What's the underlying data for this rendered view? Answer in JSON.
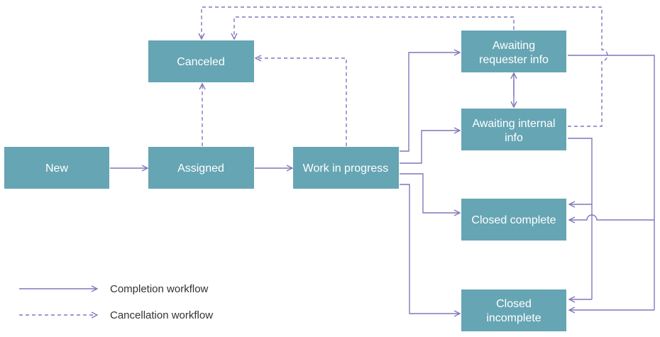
{
  "nodes": {
    "new": {
      "label": "New"
    },
    "assigned": {
      "label": "Assigned"
    },
    "canceled": {
      "label": "Canceled"
    },
    "wip": {
      "label": "Work in progress"
    },
    "awaiting_requester": {
      "label_line1": "Awaiting",
      "label_line2": "requester info"
    },
    "awaiting_internal": {
      "label_line1": "Awaiting internal",
      "label_line2": "info"
    },
    "closed_complete": {
      "label": "Closed complete"
    },
    "closed_incomplete": {
      "label_line1": "Closed",
      "label_line2": "incomplete"
    }
  },
  "legend": {
    "completion": "Completion workflow",
    "cancellation": "Cancellation workflow"
  },
  "colors": {
    "node_fill": "#66a5b4",
    "node_text": "#ffffff",
    "arrow": "#8277bc"
  }
}
